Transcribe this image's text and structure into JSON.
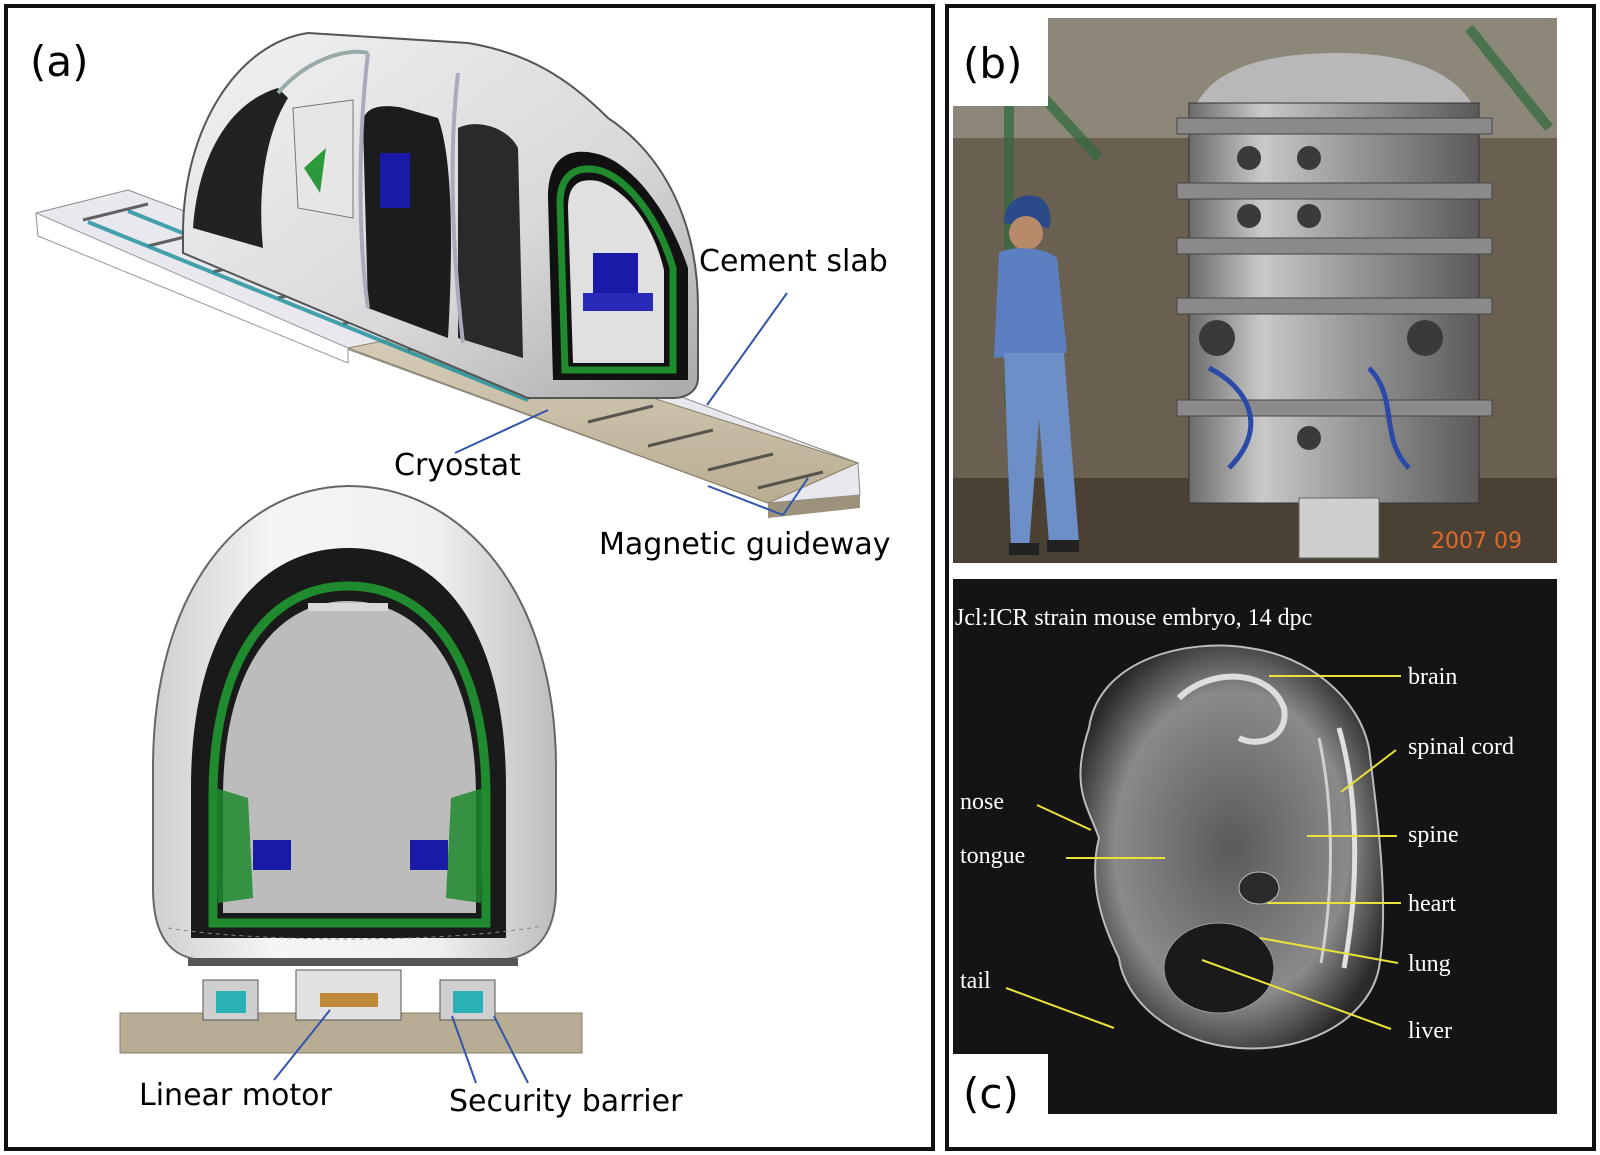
{
  "panel_a": {
    "tag": "(a)",
    "labels": {
      "cement_slab": "Cement slab",
      "cryostat": "Cryostat",
      "magnetic_guideway": "Magnetic guideway",
      "linear_motor": "Linear motor",
      "security_barrier": "Security barrier"
    }
  },
  "panel_b": {
    "tag": "(b)",
    "date_stamp": "2007 09"
  },
  "panel_c": {
    "tag": "(c)",
    "title": "Jcl:ICR strain mouse embryo, 14 dpc",
    "labels": {
      "brain": "brain",
      "spinal_cord": "spinal cord",
      "nose": "nose",
      "spine": "spine",
      "tongue": "tongue",
      "heart": "heart",
      "lung": "lung",
      "tail": "tail",
      "liver": "liver"
    }
  },
  "colors": {
    "green_frame": "#1f8a2e",
    "seat_blue": "#1a1aa8",
    "callout_line": "#3355aa",
    "annotation_yellow": "#e8e23a"
  }
}
